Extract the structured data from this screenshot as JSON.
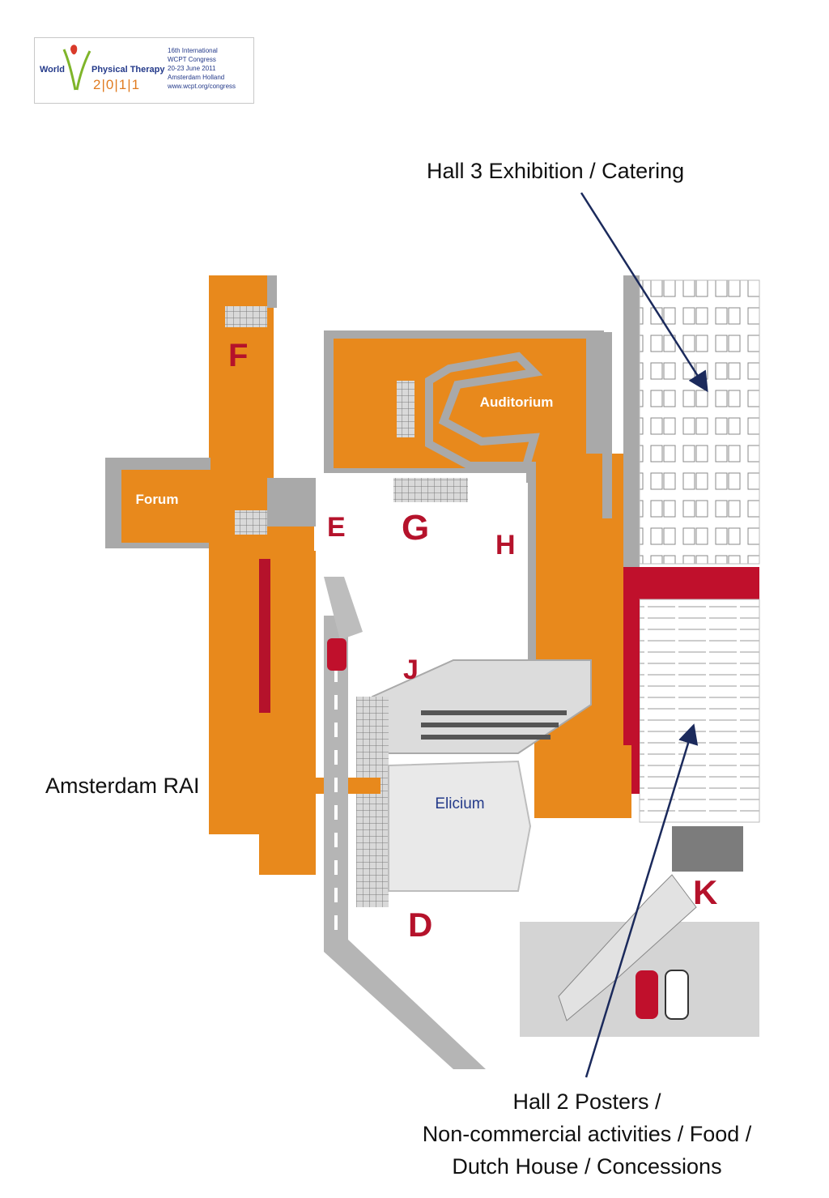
{
  "logo": {
    "word_world": "World",
    "word_physical_therapy": "Physical Therapy",
    "year": "2|0|1|1",
    "info_lines": [
      "16th International",
      "WCPT Congress",
      "20-23 June 2011",
      "Amsterdam Holland",
      "www.wcpt.org/congress"
    ]
  },
  "captions": {
    "hall3": "Hall 3 Exhibition / Catering",
    "venue": "Amsterdam RAI",
    "hall2_lines": [
      "Hall 2 Posters /",
      "Non-commercial activities / Food /",
      "Dutch House / Concessions"
    ]
  },
  "map": {
    "buildings": {
      "auditorium": "Auditorium",
      "forum": "Forum",
      "elicium": "Elicium"
    },
    "entrances": {
      "d": "D",
      "e": "E",
      "f": "F",
      "g": "G",
      "h": "H",
      "j": "J",
      "k": "K"
    }
  },
  "colors": {
    "hall_orange": "#e8891c",
    "entrance_red": "#b5122b",
    "accent_crimson": "#c0102c",
    "wall_gray": "#a9a9a9",
    "arrow_navy": "#1b2a5c",
    "text_blue": "#243a8a"
  }
}
